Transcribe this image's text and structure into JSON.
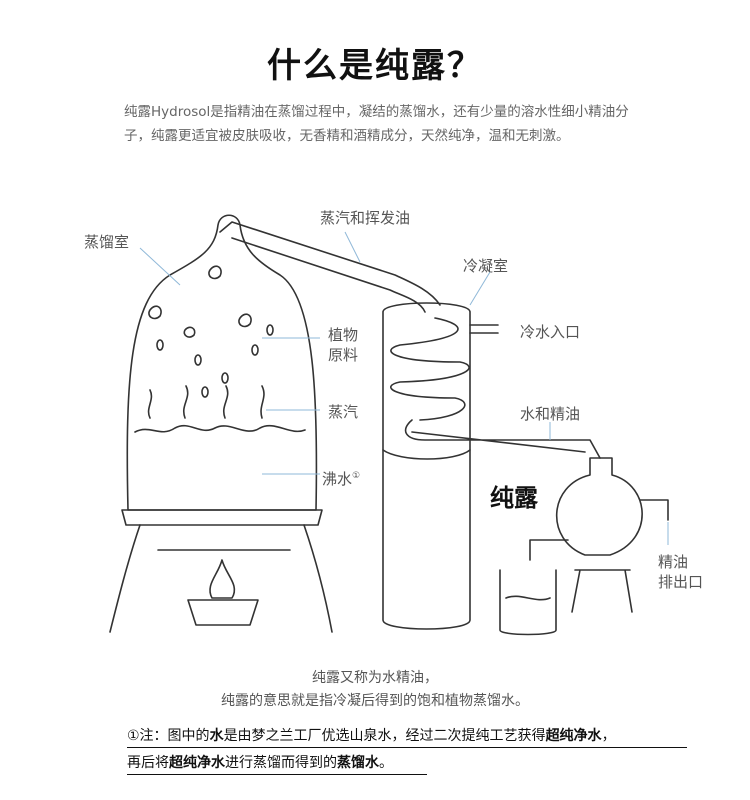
{
  "title": "什么是纯露？",
  "intro": "纯露Hydrosol是指精油在蒸馏过程中，凝结的蒸馏水，还有少量的溶水性细小精油分子，纯露更适宜被皮肤吸收，无香精和酒精成分，天然纯净，温和无刺激。",
  "diagram": {
    "labels": {
      "still_chamber": "蒸馏室",
      "steam_oil": "蒸汽和挥发油",
      "condenser": "冷凝室",
      "cold_water_in": "冷水入口",
      "plant_material_1": "植物",
      "plant_material_2": "原料",
      "steam": "蒸汽",
      "boiling_water": "沸水",
      "boiling_water_mark": "①",
      "water_oil": "水和精油",
      "hydrosol": "纯露",
      "oil_out_1": "精油",
      "oil_out_2": "排出口"
    }
  },
  "caption": {
    "line1": "纯露又称为水精油，",
    "line2": "纯露的意思就是指冷凝后得到的饱和植物蒸馏水。"
  },
  "note": {
    "prefix": "①注：图中的",
    "water_bold": "水",
    "part2": "是由梦之兰工厂优选山泉水，经过二次提纯工艺获得",
    "pure_bold": "超纯净水",
    "part3": "，",
    "line2_prefix": "再后将",
    "pure_bold2": "超纯净水",
    "line2_mid": "进行蒸馏而得到的",
    "distilled_bold": "蒸馏水",
    "line2_end": "。"
  }
}
